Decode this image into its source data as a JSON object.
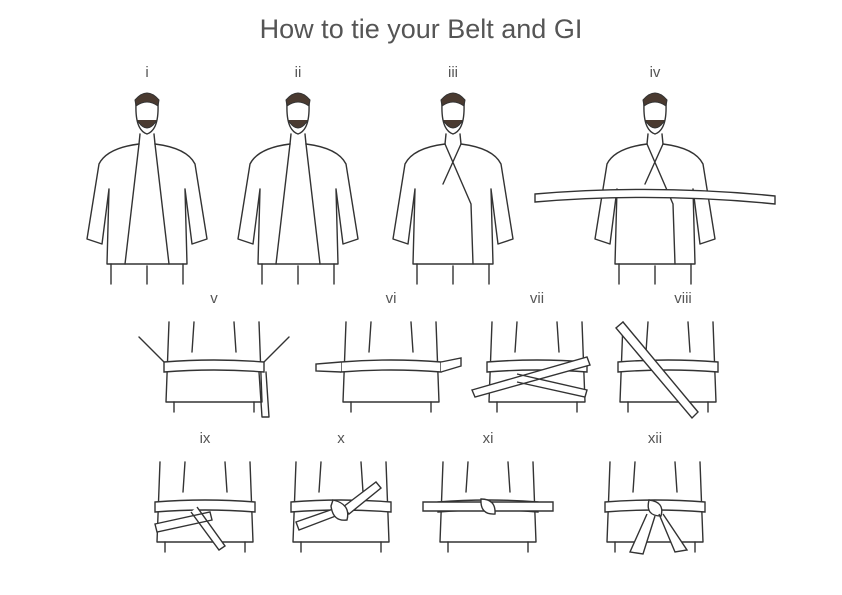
{
  "title": "How to tie your Belt and GI",
  "steps": [
    {
      "label": "i"
    },
    {
      "label": "ii"
    },
    {
      "label": "iii"
    },
    {
      "label": "iv"
    },
    {
      "label": "v"
    },
    {
      "label": "vi"
    },
    {
      "label": "vii"
    },
    {
      "label": "viii"
    },
    {
      "label": "ix"
    },
    {
      "label": "x"
    },
    {
      "label": "xi"
    },
    {
      "label": "xii"
    }
  ],
  "colors": {
    "text": "#555555",
    "line": "#333333",
    "hair": "#4a3a30"
  }
}
